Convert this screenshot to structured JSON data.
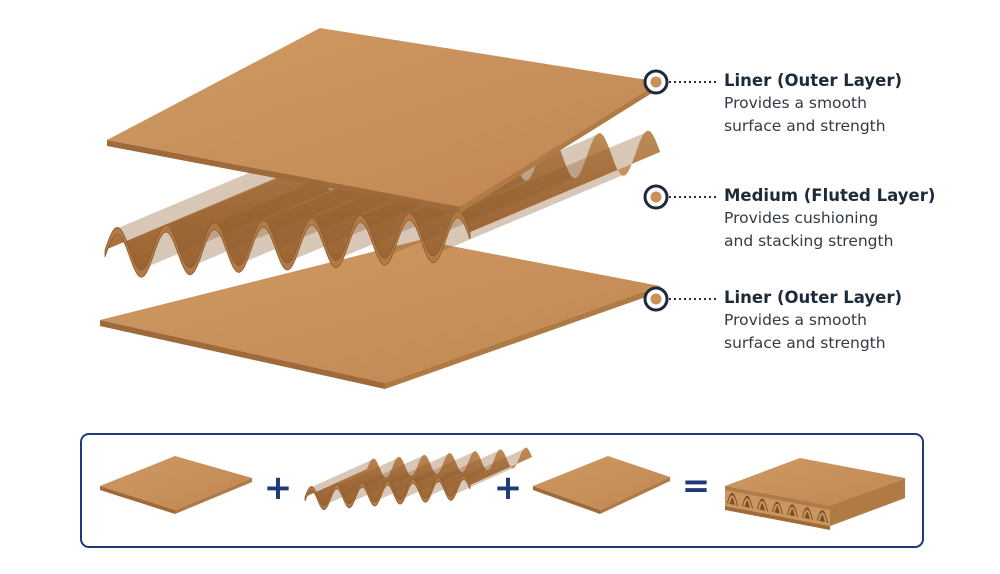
{
  "layers": [
    {
      "title": "Liner (Outer Layer)",
      "description_lines": [
        "Provides a smooth",
        "surface and strength"
      ]
    },
    {
      "title": "Medium (Fluted Layer)",
      "description_lines": [
        "Provides cushioning",
        "and stacking strength"
      ]
    },
    {
      "title": "Liner (Outer Layer)",
      "description_lines": [
        "Provides a smooth",
        "surface and strength"
      ]
    }
  ],
  "equation": {
    "operators": [
      "+",
      "+",
      "="
    ]
  },
  "colors": {
    "cardboard_top": "#c8915a",
    "cardboard_side": "#a8703e",
    "flute_light": "#cc9a65",
    "flute_dark": "#9e6836",
    "panel_border": "#1e3a78",
    "marker_ring": "#1d2a3a"
  },
  "icons": {
    "marker": "target-dot-icon"
  }
}
